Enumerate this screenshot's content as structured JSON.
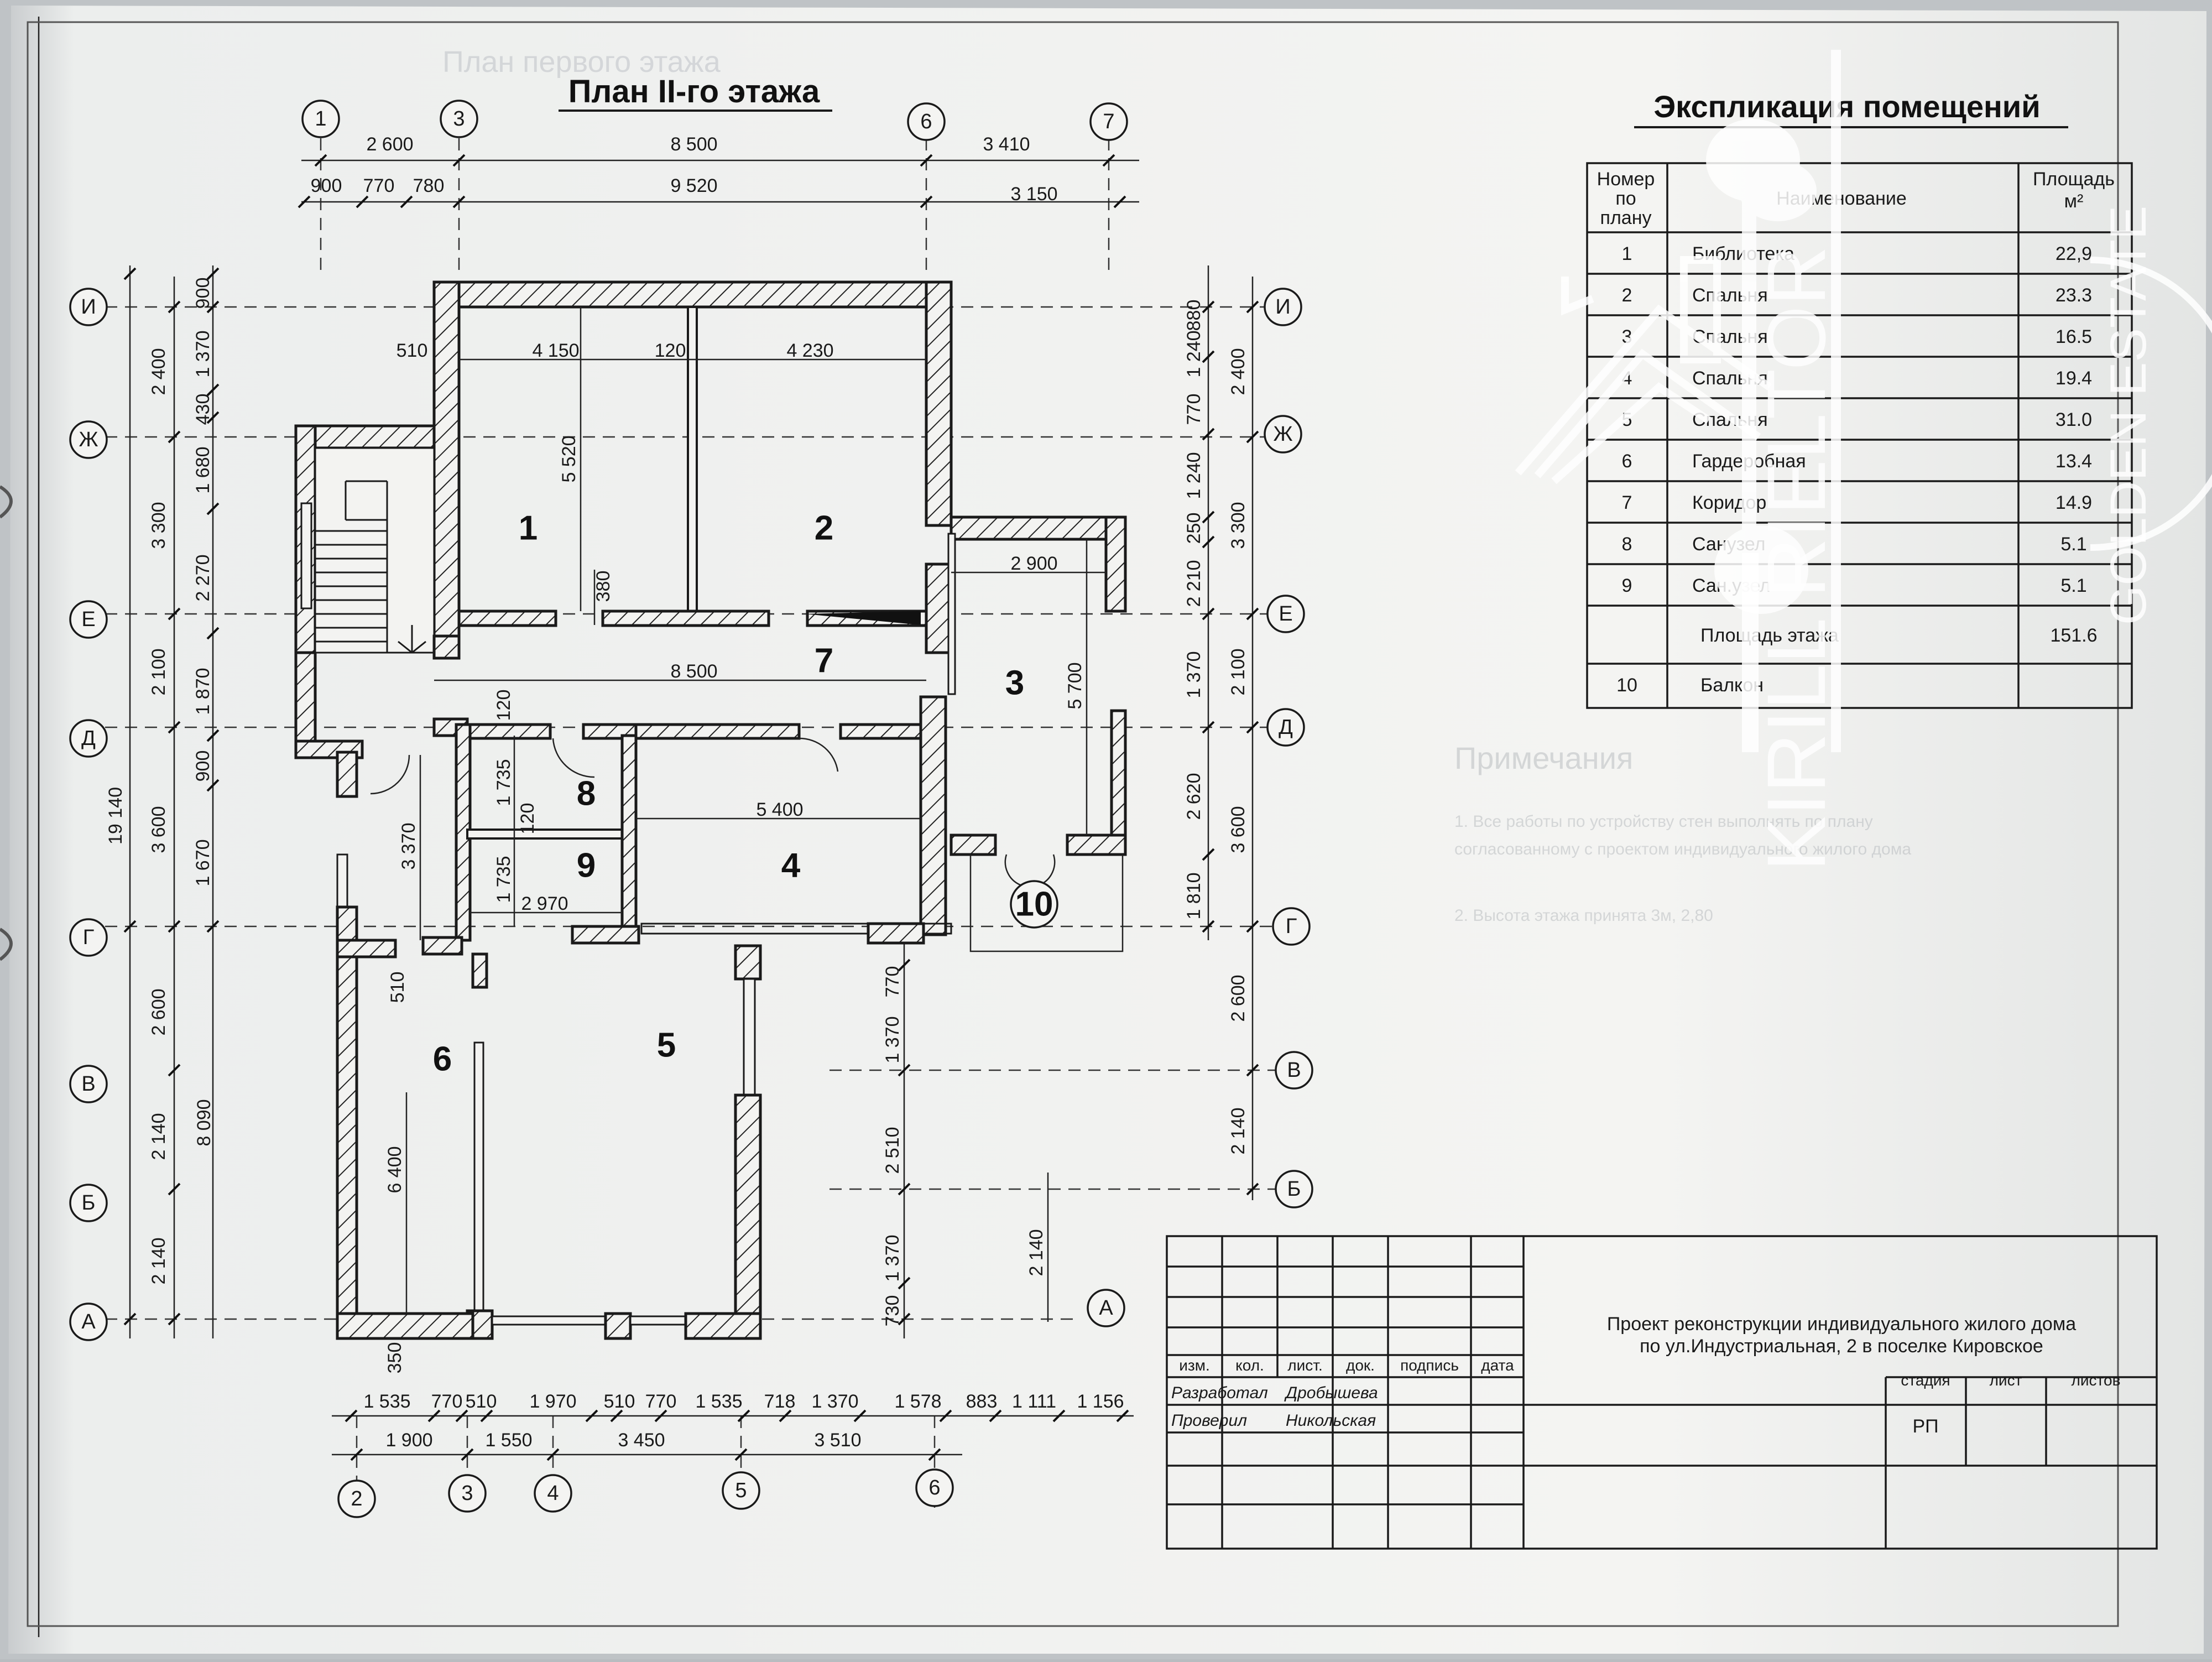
{
  "plan": {
    "title": "План II-го этажа",
    "ghost_title": "План первого этажа"
  },
  "axes": {
    "top_bubbles": [
      "1",
      "3",
      "6",
      "7"
    ],
    "bottom_bubbles": [
      "2",
      "3",
      "4",
      "5",
      "6"
    ],
    "left_bubbles": [
      "И",
      "Ж",
      "Е",
      "Д",
      "Г",
      "В",
      "Б",
      "А"
    ],
    "right_bubbles": [
      "И",
      "Ж",
      "Е",
      "Д",
      "Г",
      "В",
      "Б"
    ],
    "inner_bubble": "А"
  },
  "dimensions": {
    "top_row1": [
      "2 600",
      "8 500",
      "3 410"
    ],
    "top_row2": [
      "900",
      "770",
      "780",
      "9 520",
      "3 150"
    ],
    "left_col_outer": [
      "19 140",
      "8 090"
    ],
    "left_col_main": [
      "2 400",
      "3 300",
      "2 100",
      "3 600",
      "2 600",
      "2 140",
      "2 140"
    ],
    "left_col_inner": [
      "900",
      "1 370",
      "430",
      "1 680",
      "2 270",
      "1 870",
      "900",
      "1 670"
    ],
    "right_col_inner": [
      "880",
      "1 240",
      "770",
      "1 240",
      "250",
      "2 210",
      "1 370",
      "2 620",
      "1 810"
    ],
    "right_col_main": [
      "2 400",
      "3 300",
      "2 100",
      "3 600",
      "2 600",
      "2 140"
    ],
    "bottom_row1": [
      "1 535",
      "770",
      "510",
      "1 970",
      "510",
      "770",
      "1 535",
      "718",
      "1 370",
      "1 578",
      "883",
      "1 111",
      "1 156"
    ],
    "bottom_row2": [
      "1 900",
      "1 550",
      "3 450",
      "3 510"
    ],
    "interior": {
      "d510a": "510",
      "d4150": "4 150",
      "d120a": "120",
      "d4230": "4 230",
      "d5520": "5 520",
      "d380": "380",
      "d2900": "2 900",
      "d5700": "5 700",
      "d8500": "8 500",
      "d120b": "120",
      "d1735a": "1 735",
      "d120c": "120",
      "d1735b": "1 735",
      "d2970": "2 970",
      "d5400": "5 400",
      "d3370": "3 370",
      "d510b": "510",
      "d6400": "6 400",
      "d770": "770",
      "d1370a": "1 370",
      "d2510": "2 510",
      "d1370b": "1 370",
      "d730": "730",
      "d2140": "2 140",
      "d350": "350"
    }
  },
  "rooms": [
    "1",
    "2",
    "3",
    "4",
    "5",
    "6",
    "7",
    "8",
    "9",
    "10"
  ],
  "explication": {
    "title": "Экспликация помещений",
    "headers": {
      "number": [
        "Номер",
        "по",
        "плану"
      ],
      "name": "Наименование",
      "area": [
        "Площадь",
        "м²"
      ]
    },
    "rows": [
      {
        "no": "1",
        "name": "Библиотека",
        "area": "22,9"
      },
      {
        "no": "2",
        "name": "Спальня",
        "area": "23.3"
      },
      {
        "no": "3",
        "name": "Спальня",
        "area": "16.5"
      },
      {
        "no": "4",
        "name": "Спальня",
        "area": "19.4"
      },
      {
        "no": "5",
        "name": "Спальня",
        "area": "31.0"
      },
      {
        "no": "6",
        "name": "Гардеробная",
        "area": "13.4"
      },
      {
        "no": "7",
        "name": "Коридор",
        "area": "14.9"
      },
      {
        "no": "8",
        "name": "Санузел",
        "area": "5.1"
      },
      {
        "no": "9",
        "name": "Сан.узел",
        "area": "5.1"
      },
      {
        "no": "",
        "name": "Площадь этажа",
        "area": "151.6"
      },
      {
        "no": "10",
        "name": "Балкон",
        "area": ""
      }
    ]
  },
  "notes": {
    "title": "Примечания",
    "lines": [
      "1. Все работы по устройству стен выполнять по плану",
      "согласованному с проектом индивидуального жилого дома",
      "2. Высота этажа принята 3м, 2,80"
    ]
  },
  "stamp": {
    "project_line1": "Проект реконструкции индивидуального жилого дома",
    "project_line2": "по ул.Индустриальная, 2  в поселке Кировское",
    "cols": [
      "изм.",
      "кол.",
      "лист.",
      "док.",
      "подпись",
      "дата"
    ],
    "developed_label": "Разработал",
    "developed_name": "Дробышева",
    "checked_label": "Проверил",
    "checked_name": "Никольская",
    "stage_label": "стадия",
    "sheet_label": "лист",
    "sheets_label": "листов",
    "stage_value": "РП"
  },
  "watermark": {
    "brand": "KIRILL RIELTOR",
    "sub": "GOLDEN ESTATE"
  },
  "colors": {
    "paper": "#f1f1ef",
    "ink": "#1a1a1a",
    "watermark": "#ffffff"
  }
}
